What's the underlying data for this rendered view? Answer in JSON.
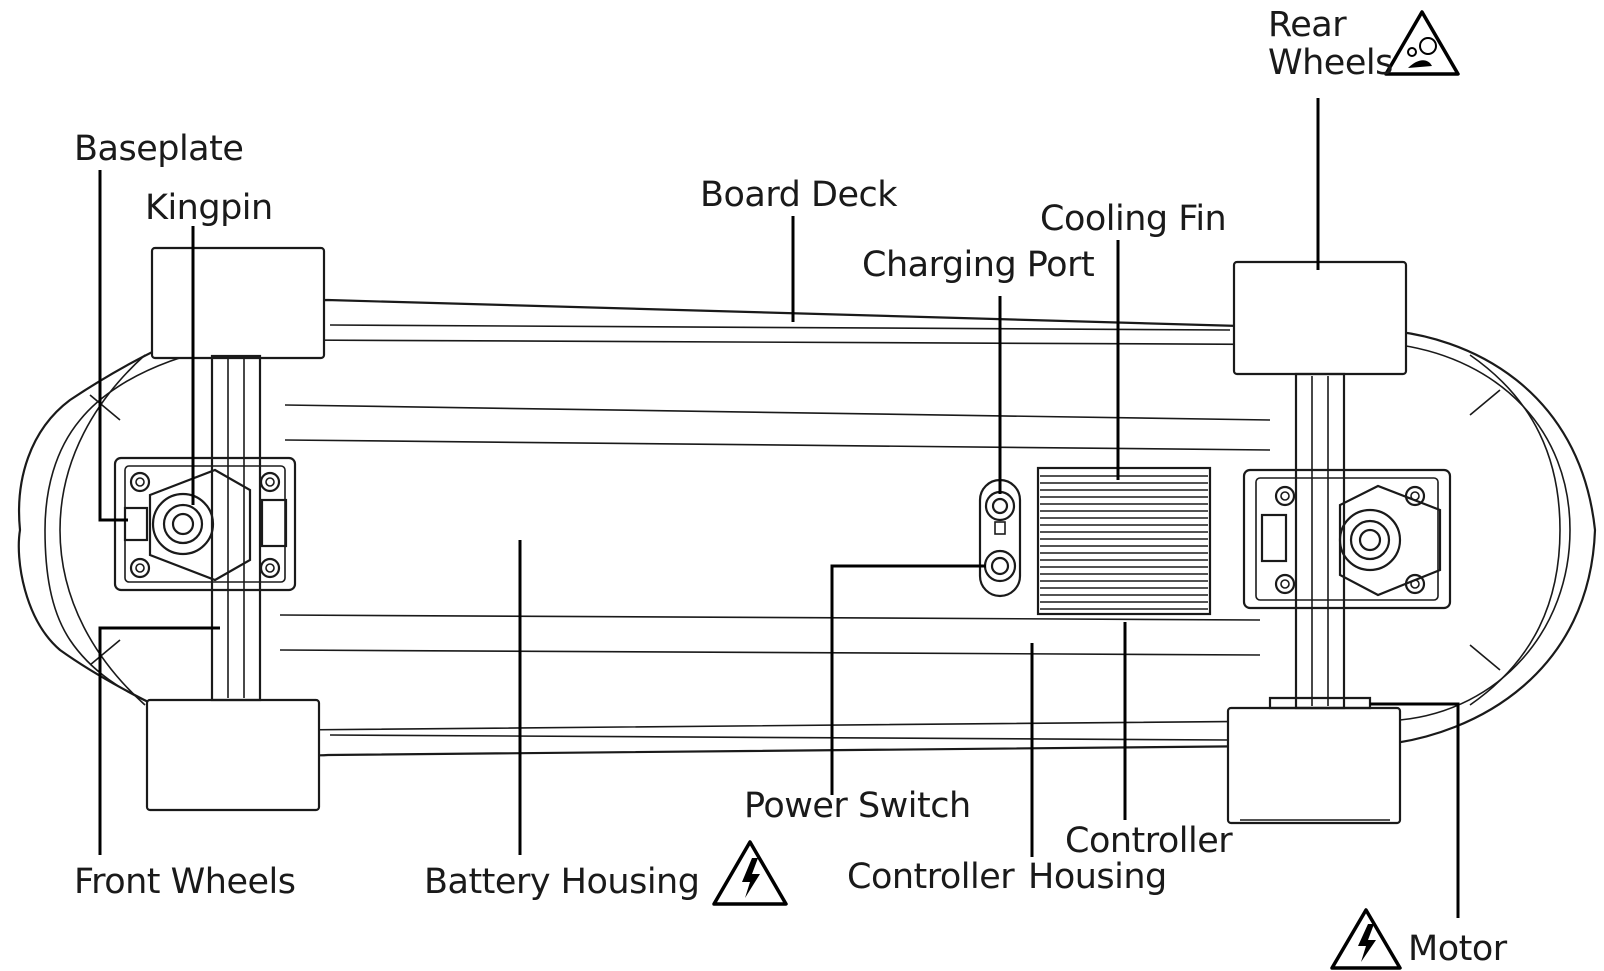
{
  "labels": {
    "rear_wheels_line1": "Rear",
    "rear_wheels_line2": "Wheels",
    "baseplate": "Baseplate",
    "kingpin": "Kingpin",
    "board_deck": "Board Deck",
    "cooling_fin": "Cooling Fin",
    "charging_port": "Charging Port",
    "power_switch": "Power Switch",
    "controller_line1": "Controller",
    "controller_line2": "Controller",
    "housing": "Housing",
    "front_wheels": "Front Wheels",
    "battery_housing": "Battery Housing",
    "motor": "Motor"
  },
  "icons": {
    "rear_wheels_warning": "pinch-hazard-warning-icon",
    "battery_warning": "electric-shock-warning-icon",
    "motor_warning": "electric-shock-warning-icon"
  },
  "colors": {
    "line": "#1a1a1a",
    "background": "#ffffff"
  }
}
